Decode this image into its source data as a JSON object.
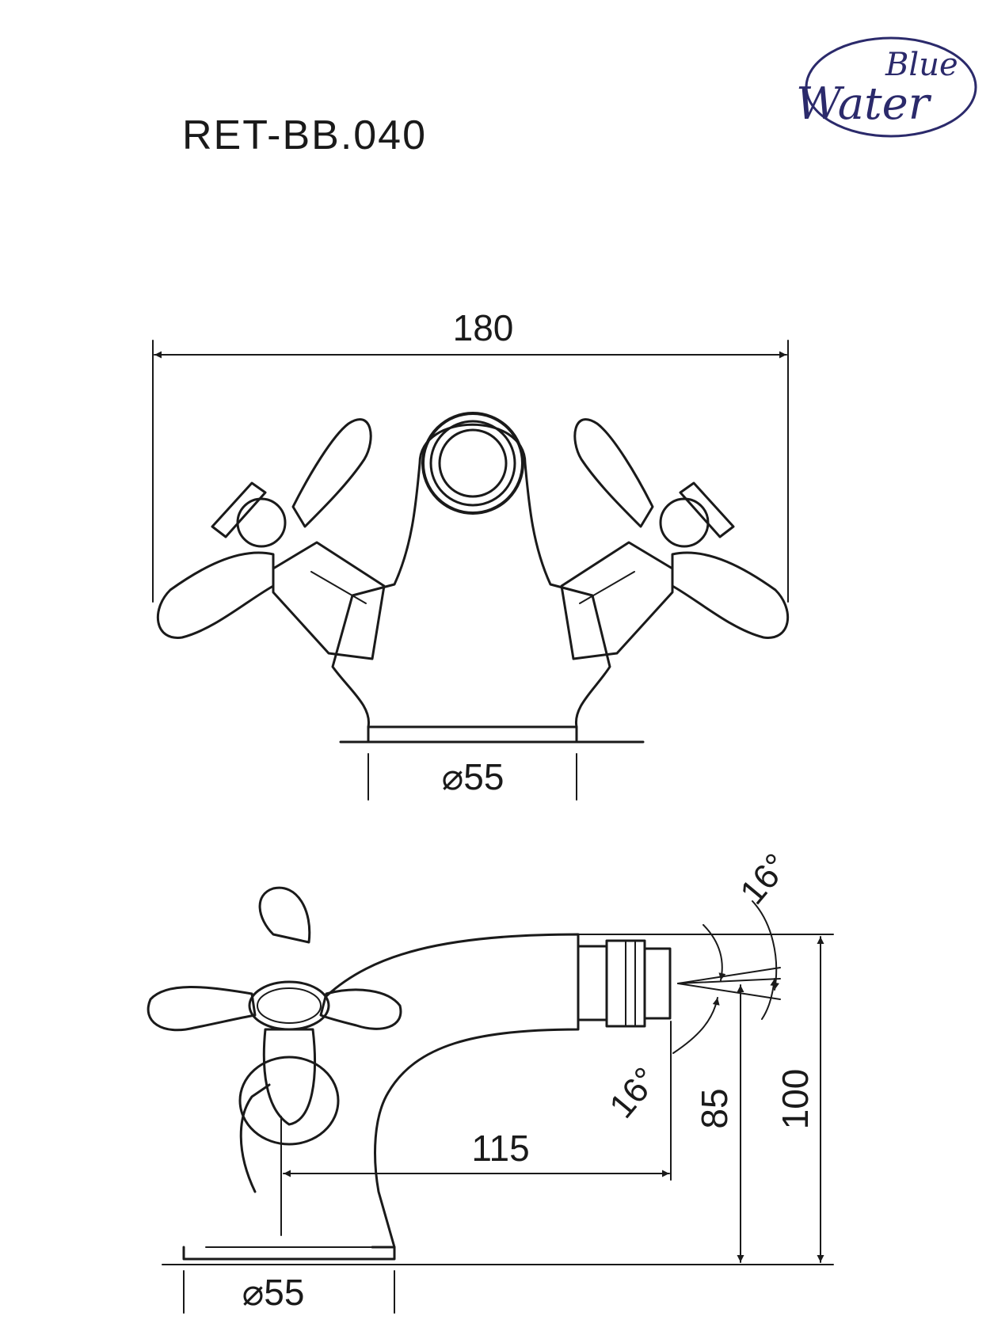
{
  "header": {
    "model_code": "RET-BB.040",
    "logo": {
      "line1": "Blue",
      "line2": "Water",
      "color": "#2b2a6b"
    }
  },
  "front_view": {
    "width_dim": "180",
    "base_diameter": "⌀55"
  },
  "side_view": {
    "angle_top": "16°",
    "angle_bottom": "16°",
    "reach_dim": "115",
    "spout_height_dim": "85",
    "total_height_dim": "100",
    "base_diameter": "⌀55"
  },
  "colors": {
    "line": "#1a1a1a",
    "background": "#ffffff"
  }
}
